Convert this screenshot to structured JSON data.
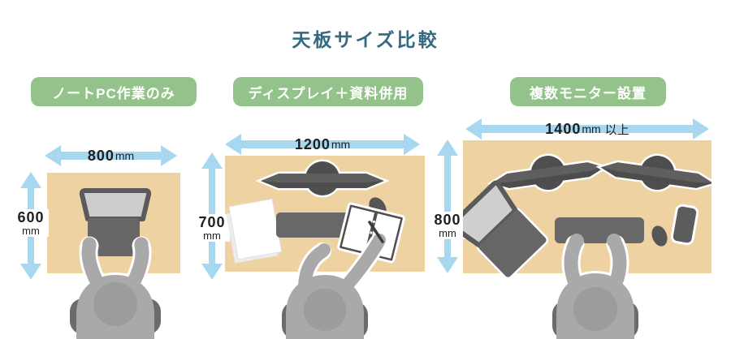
{
  "title": "天板サイズ比較",
  "colors": {
    "title_text": "#336a80",
    "badge_bg": "#93c38a",
    "badge_text": "#ffffff",
    "arrow_blue": "#a7d8f0",
    "desk_tan": "#eed2a2",
    "dimension_text": "#1f1f1f"
  },
  "panels": [
    {
      "label": "ノートPC作業のみ",
      "width_value": "800",
      "width_unit": "mm",
      "width_suffix": "",
      "height_value": "600",
      "height_unit": "mm"
    },
    {
      "label": "ディスプレイ＋資料併用",
      "width_value": "1200",
      "width_unit": "mm",
      "width_suffix": "",
      "height_value": "700",
      "height_unit": "mm"
    },
    {
      "label": "複数モニター設置",
      "width_value": "1400",
      "width_unit": "mm",
      "width_suffix": "以上",
      "height_value": "800",
      "height_unit": "mm"
    }
  ]
}
